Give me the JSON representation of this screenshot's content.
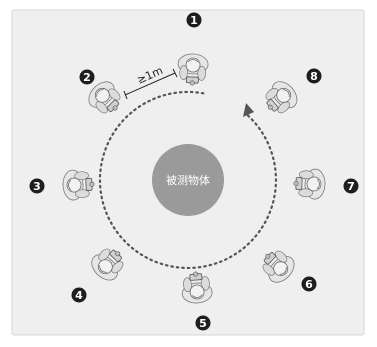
{
  "diagram": {
    "center_label": "被测物体",
    "distance_label": "≥1m",
    "positions": [
      {
        "number": "1"
      },
      {
        "number": "2"
      },
      {
        "number": "3"
      },
      {
        "number": "4"
      },
      {
        "number": "5"
      },
      {
        "number": "6"
      },
      {
        "number": "7"
      },
      {
        "number": "8"
      }
    ]
  },
  "colors": {
    "background": "#efefef",
    "border": "#cfcfcf",
    "center_object": "#9a9a9a",
    "badge": "#1e1e1e",
    "path": "#555555",
    "person": "#e6e6e6"
  }
}
